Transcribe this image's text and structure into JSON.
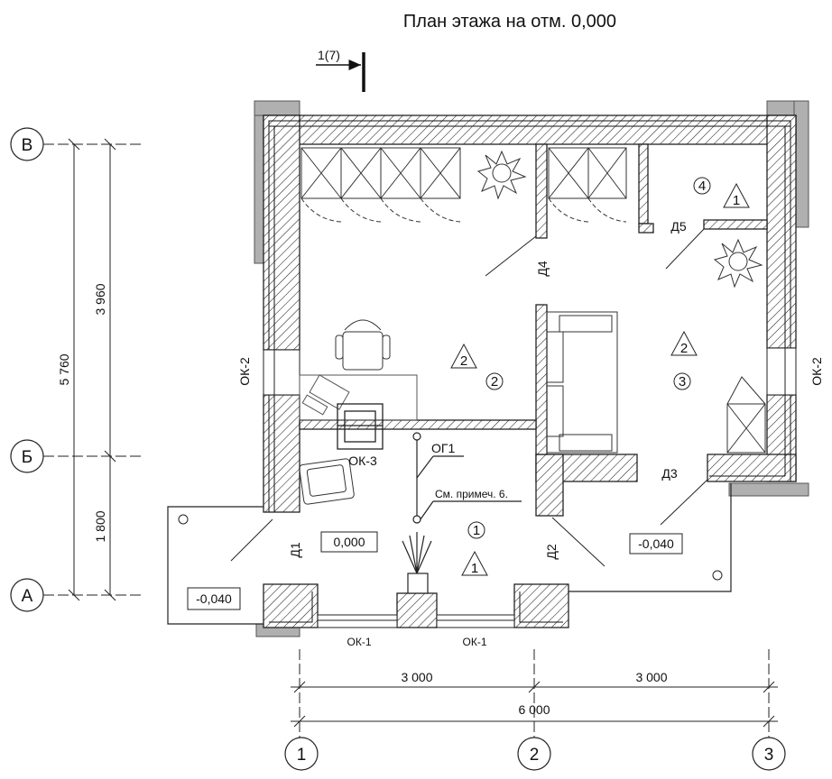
{
  "title": "План этажа на отм. 0,000",
  "section_mark": "1(7)",
  "axes": {
    "rows": [
      "В",
      "Б",
      "А"
    ],
    "cols": [
      "1",
      "2",
      "3"
    ]
  },
  "dimensions": {
    "left_total": "5 760",
    "left_upper": "3 960",
    "left_lower": "1 800",
    "bottom_left": "3 000",
    "bottom_right": "3 000",
    "bottom_total": "6 000"
  },
  "windows": {
    "left": "ОК-2",
    "right": "ОК-2",
    "interior": "ОК-3",
    "bottom_1": "ОК-1",
    "bottom_2": "ОК-1"
  },
  "doors": {
    "d1": "Д1",
    "d2": "Д2",
    "d3": "Д3",
    "d4": "Д4",
    "d5": "Д5"
  },
  "rooms": [
    "1",
    "2",
    "3",
    "4"
  ],
  "finish_marks": [
    "2",
    "2",
    "1",
    "1"
  ],
  "levels": {
    "main": "0,000",
    "terrace_right": "-0,040",
    "terrace_left": "-0,040"
  },
  "notes": {
    "og": "ОГ1",
    "see_note": "См. примеч. 6."
  }
}
